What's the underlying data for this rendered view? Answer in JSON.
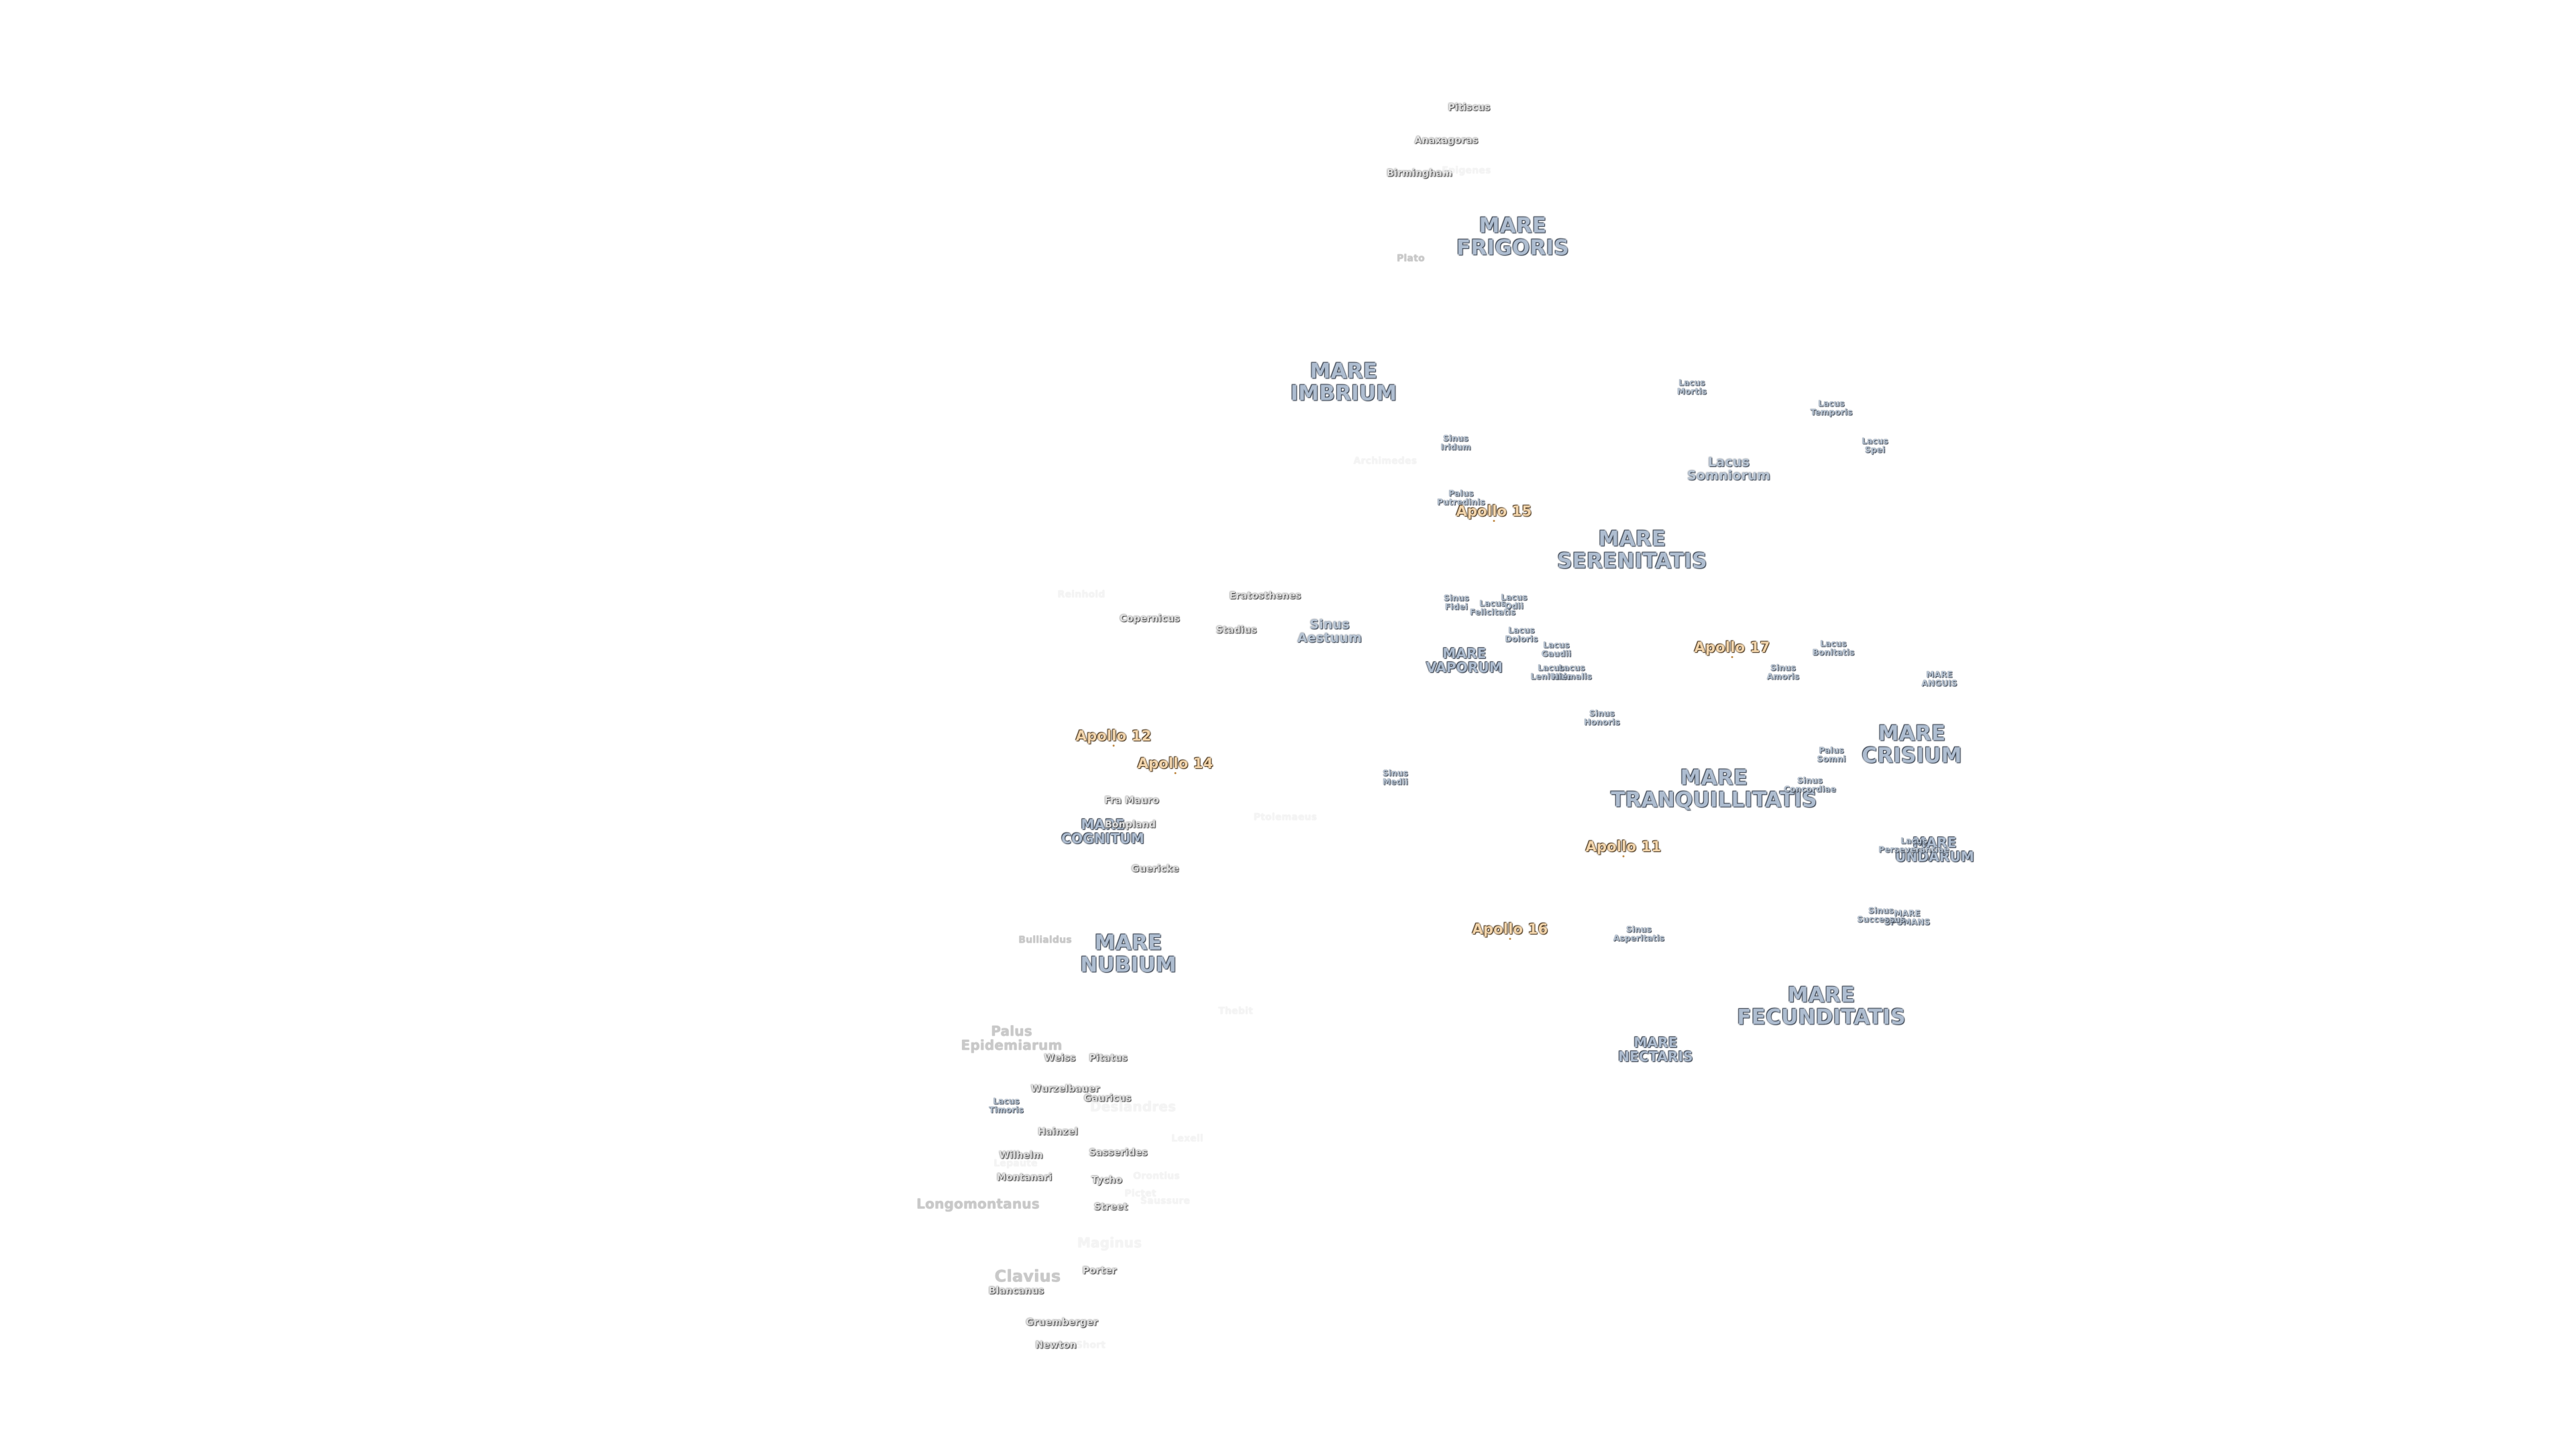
{
  "map": {
    "background": "#ffffff",
    "colors": {
      "mare": "#aebdd0",
      "apollo": "#f3d6ad",
      "crater": "#e2e2e2"
    },
    "labels": [
      {
        "text": [
          "MARE",
          "FRIGORIS"
        ],
        "kind": "mare"
      },
      {
        "text": [
          "MARE",
          "IMBRIUM"
        ],
        "kind": "mare"
      },
      {
        "text": [
          "MARE",
          "SERENITATIS"
        ],
        "kind": "mare"
      },
      {
        "text": [
          "MARE",
          "TRANQUILLITATIS"
        ],
        "kind": "mare"
      },
      {
        "text": [
          "MARE",
          "CRISIUM"
        ],
        "kind": "mare"
      },
      {
        "text": [
          "MARE",
          "FECUNDITATIS"
        ],
        "kind": "mare"
      },
      {
        "text": [
          "MARE",
          "NECTARIS"
        ],
        "kind": "mare-sm"
      },
      {
        "text": [
          "MARE",
          "NUBIUM"
        ],
        "kind": "mare"
      },
      {
        "text": [
          "MARE",
          "COGNITUM"
        ],
        "kind": "mare-sm"
      },
      {
        "text": [
          "MARE",
          "VAPORUM"
        ],
        "kind": "mare-sm"
      },
      {
        "text": [
          "MARE",
          "ANGUIS"
        ],
        "kind": "feat-xs"
      },
      {
        "text": [
          "MARE",
          "UNDARUM"
        ],
        "kind": "mare-sm"
      },
      {
        "text": [
          "MARE",
          "SPUMANS"
        ],
        "kind": "feat-xs"
      },
      {
        "text": [
          "Lacus",
          "Somniorum"
        ],
        "kind": "feat"
      },
      {
        "text": [
          "Lacus",
          "Mortis"
        ],
        "kind": "feat-xs"
      },
      {
        "text": [
          "Lacus",
          "Temporis"
        ],
        "kind": "feat-xs"
      },
      {
        "text": [
          "Lacus",
          "Spei"
        ],
        "kind": "feat-xs"
      },
      {
        "text": [
          "Sinus",
          "Aestuum"
        ],
        "kind": "feat"
      },
      {
        "text": [
          "Sinus",
          "Medii"
        ],
        "kind": "feat-xs"
      },
      {
        "text": [
          "Sinus",
          "Amoris"
        ],
        "kind": "feat-xs"
      },
      {
        "text": [
          "Sinus",
          "Iridum"
        ],
        "kind": "feat-xs"
      },
      {
        "text": [
          "Sinus",
          "Fidei"
        ],
        "kind": "feat-xs"
      },
      {
        "text": [
          "Sinus",
          "Honoris"
        ],
        "kind": "feat-xs"
      },
      {
        "text": [
          "Sinus",
          "Concordiae"
        ],
        "kind": "feat-xs"
      },
      {
        "text": [
          "Sinus",
          "Asperitatis"
        ],
        "kind": "feat-xs"
      },
      {
        "text": [
          "Sinus",
          "Successus"
        ],
        "kind": "feat-xs"
      },
      {
        "text": [
          "Lacus",
          "Felicitatis"
        ],
        "kind": "feat-xs"
      },
      {
        "text": [
          "Lacus",
          "Odii"
        ],
        "kind": "feat-xs"
      },
      {
        "text": [
          "Lacus",
          "Doloris"
        ],
        "kind": "feat-xs"
      },
      {
        "text": [
          "Lacus",
          "Gaudii"
        ],
        "kind": "feat-xs"
      },
      {
        "text": [
          "Lacus",
          "Lenitatis"
        ],
        "kind": "feat-xs"
      },
      {
        "text": [
          "Lacus",
          "Hiemalis"
        ],
        "kind": "feat-xs"
      },
      {
        "text": [
          "Lacus",
          "Bonitatis"
        ],
        "kind": "feat-xs"
      },
      {
        "text": [
          "Lacus",
          "Perseverantiae"
        ],
        "kind": "feat-xs"
      },
      {
        "text": [
          "Lacus",
          "Timoris"
        ],
        "kind": "feat-xs"
      },
      {
        "text": [
          "Palus",
          "Putredinis"
        ],
        "kind": "feat-xs"
      },
      {
        "text": [
          "Palus",
          "Somni"
        ],
        "kind": "feat-xs"
      },
      {
        "text": [
          "Palus",
          "Epidemiarum"
        ],
        "kind": "crater big mid"
      },
      {
        "text": [
          "Apollo 15"
        ],
        "kind": "apollo"
      },
      {
        "text": [
          "Apollo 17"
        ],
        "kind": "apollo"
      },
      {
        "text": [
          "Apollo 12"
        ],
        "kind": "apollo"
      },
      {
        "text": [
          "Apollo 14"
        ],
        "kind": "apollo"
      },
      {
        "text": [
          "Apollo 11"
        ],
        "kind": "apollo"
      },
      {
        "text": [
          "Apollo 16"
        ],
        "kind": "apollo"
      },
      {
        "text": [
          "Pitiscus"
        ],
        "kind": "crater"
      },
      {
        "text": [
          "Anaxagoras"
        ],
        "kind": "crater"
      },
      {
        "text": [
          "Birmingham"
        ],
        "kind": "crater"
      },
      {
        "text": [
          "Epigenes"
        ],
        "kind": "crater faint"
      },
      {
        "text": [
          "Plato"
        ],
        "kind": "crater mid"
      },
      {
        "text": [
          "Archimedes"
        ],
        "kind": "crater faint"
      },
      {
        "text": [
          "Eratosthenes"
        ],
        "kind": "crater"
      },
      {
        "text": [
          "Copernicus"
        ],
        "kind": "crater"
      },
      {
        "text": [
          "Stadius"
        ],
        "kind": "crater"
      },
      {
        "text": [
          "Reinhold"
        ],
        "kind": "crater faint"
      },
      {
        "text": [
          "Fra Mauro"
        ],
        "kind": "crater"
      },
      {
        "text": [
          "Bonpland"
        ],
        "kind": "crater"
      },
      {
        "text": [
          "Guericke"
        ],
        "kind": "crater"
      },
      {
        "text": [
          "Ptolemaeus"
        ],
        "kind": "crater faint"
      },
      {
        "text": [
          "Bullialdus"
        ],
        "kind": "crater mid"
      },
      {
        "text": [
          "Thebit"
        ],
        "kind": "crater faint"
      },
      {
        "text": [
          "Weiss"
        ],
        "kind": "crater"
      },
      {
        "text": [
          "Pitatus"
        ],
        "kind": "crater"
      },
      {
        "text": [
          "Wurzelbauer"
        ],
        "kind": "crater"
      },
      {
        "text": [
          "Gauricus"
        ],
        "kind": "crater"
      },
      {
        "text": [
          "Deslandres"
        ],
        "kind": "crater big faint"
      },
      {
        "text": [
          "Hainzel"
        ],
        "kind": "crater"
      },
      {
        "text": [
          "Lexell"
        ],
        "kind": "crater faint"
      },
      {
        "text": [
          "Wilhelm"
        ],
        "kind": "crater"
      },
      {
        "text": [
          "Lepaute"
        ],
        "kind": "crater faint"
      },
      {
        "text": [
          "Sasserides"
        ],
        "kind": "crater"
      },
      {
        "text": [
          "Montanari"
        ],
        "kind": "crater"
      },
      {
        "text": [
          "Tycho"
        ],
        "kind": "crater"
      },
      {
        "text": [
          "Orontius"
        ],
        "kind": "crater faint"
      },
      {
        "text": [
          "Longomontanus"
        ],
        "kind": "crater big mid"
      },
      {
        "text": [
          "Pictet"
        ],
        "kind": "crater faint"
      },
      {
        "text": [
          "Saussure"
        ],
        "kind": "crater faint"
      },
      {
        "text": [
          "Street"
        ],
        "kind": "crater"
      },
      {
        "text": [
          "Maginus"
        ],
        "kind": "crater big faint"
      },
      {
        "text": [
          "Clavius"
        ],
        "kind": "crater xl mid"
      },
      {
        "text": [
          "Blancanus"
        ],
        "kind": "crater"
      },
      {
        "text": [
          "Porter"
        ],
        "kind": "crater"
      },
      {
        "text": [
          "Gruemberger"
        ],
        "kind": "crater"
      },
      {
        "text": [
          "Newton"
        ],
        "kind": "crater"
      },
      {
        "text": [
          "Short"
        ],
        "kind": "crater faint"
      }
    ]
  }
}
